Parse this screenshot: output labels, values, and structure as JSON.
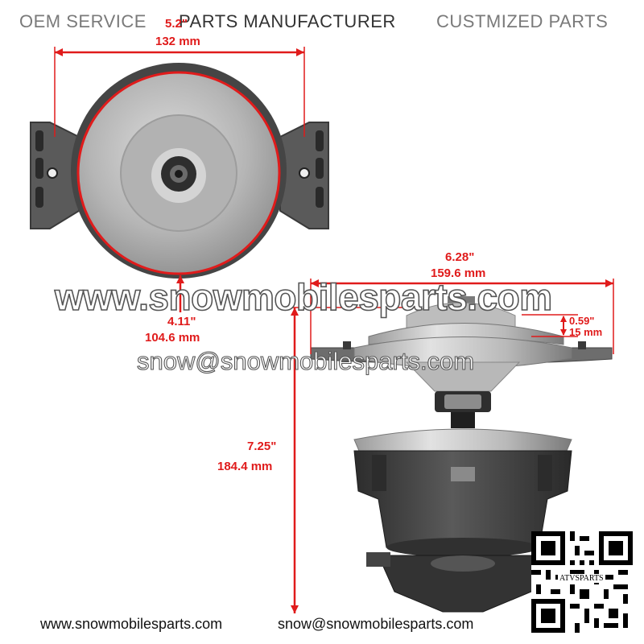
{
  "banner": {
    "oem_service": "OEM SERVICE",
    "parts_manufacturer": "PARTS MANUFACTURER",
    "customized_parts": "CUSTMIZED PARTS"
  },
  "dimensions": {
    "width_in": "5.2\"",
    "width_mm": "132 mm",
    "bottom_in": "4.11\"",
    "bottom_mm": "104.6 mm",
    "side_width_in": "6.28\"",
    "side_width_mm": "159.6 mm",
    "groove_in": "0.59\"",
    "groove_mm": "15 mm",
    "height_in": "7.25\"",
    "height_mm": "184.4 mm"
  },
  "watermark": {
    "website": "www.snowmobilesparts.com",
    "email": "snow@snowmobilesparts.com"
  },
  "footer": {
    "website": "www.snowmobilesparts.com",
    "email": "snow@snowmobilesparts.com"
  },
  "qr_code": {
    "label": "ATVSPARTS"
  },
  "colors": {
    "dimension_red": "#e01b1b",
    "metal_light": "#c9c9c9",
    "plastic_dark": "#3c3c3c"
  }
}
